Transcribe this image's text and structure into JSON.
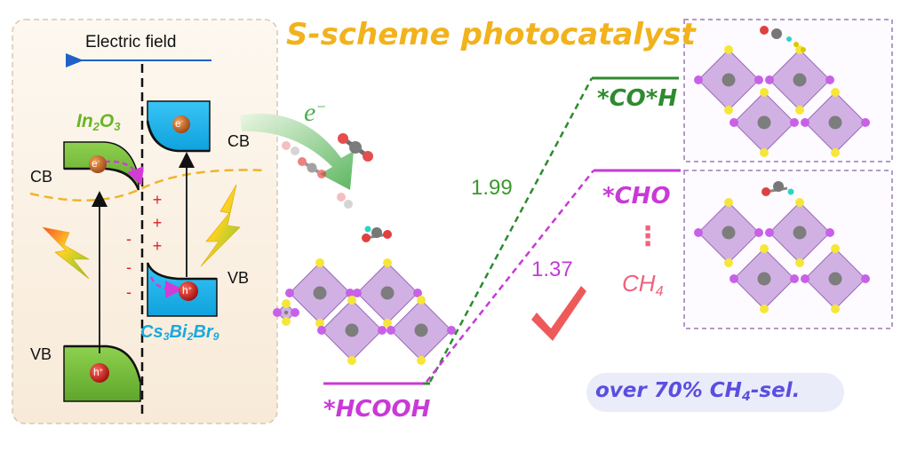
{
  "title": "S-scheme photocatalyst",
  "left_panel": {
    "field_label": "Electric field",
    "in2o3": {
      "base": "In",
      "sub1": "2",
      "mid": "O",
      "sub2": "3"
    },
    "cs3bi2br9": {
      "p1": "Cs",
      "s1": "3",
      "p2": "Bi",
      "s2": "2",
      "p3": "Br",
      "s3": "9"
    },
    "in2o3_cb": "CB",
    "in2o3_vb": "VB",
    "cs_cb": "CB",
    "cs_vb": "VB",
    "electron": "e",
    "electron_sign": "-",
    "hole": "h",
    "hole_sign": "+",
    "plus_signs": [
      "+",
      "+",
      "+"
    ],
    "minus_signs": [
      "-",
      "-",
      "-"
    ]
  },
  "electron_transfer": {
    "base": "e",
    "sign": "−"
  },
  "energy_profile": {
    "intermediates": {
      "hcooh": "*HCOOH",
      "coh": "*CO*H",
      "cho": "*CHO",
      "ch4": {
        "base": "CH",
        "sub": "4"
      }
    },
    "barriers": {
      "green": "1.99",
      "magenta": "1.37"
    },
    "dots": "⋮"
  },
  "selectivity": {
    "pre": "over 70% CH",
    "sub": "4",
    "post": "-sel."
  },
  "colors": {
    "title": "#f2b21c",
    "in2o3_band": "#7cc142",
    "cs_band": "#1fb4ea",
    "co_path": "#2e8b2e",
    "cho_path": "#c83ad6",
    "selectivity": "#5a4fe0",
    "check": "#ee5a5a"
  },
  "icons": [
    "lightning-bolt-icon",
    "checkmark-icon",
    "dashed-arrow-icon",
    "co2-molecule-icon"
  ]
}
